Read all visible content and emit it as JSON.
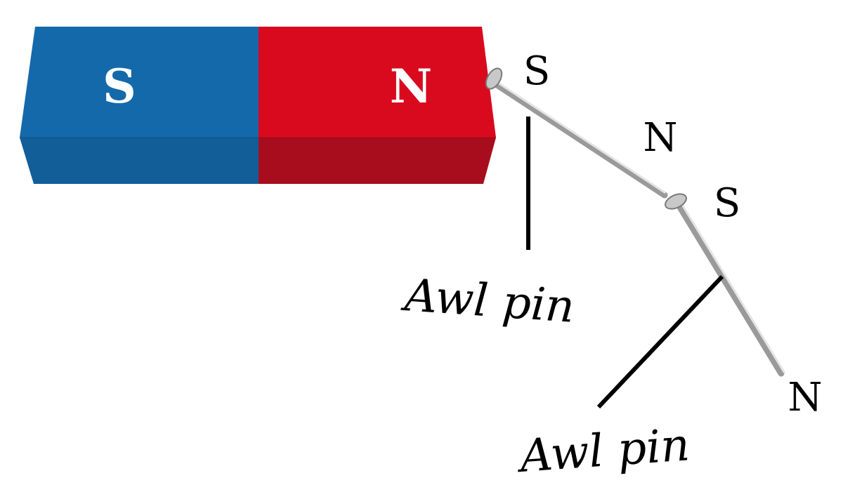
{
  "magnet": {
    "left_pole": "S",
    "right_pole": "N",
    "left_color": "#1469AA",
    "right_color": "#D90A1E",
    "left_shade": "#125E98",
    "right_shade": "#A80D1E"
  },
  "pin1": {
    "head_pole": "S",
    "tip_pole": "N",
    "label": "Awl pin"
  },
  "pin2": {
    "head_pole": "S",
    "tip_pole": "N",
    "label": "Awl pin"
  },
  "colors": {
    "pin_metal": "#9A9A9A",
    "pin_highlight": "#E4E4E4",
    "leader_line": "#000000",
    "text": "#000000"
  }
}
